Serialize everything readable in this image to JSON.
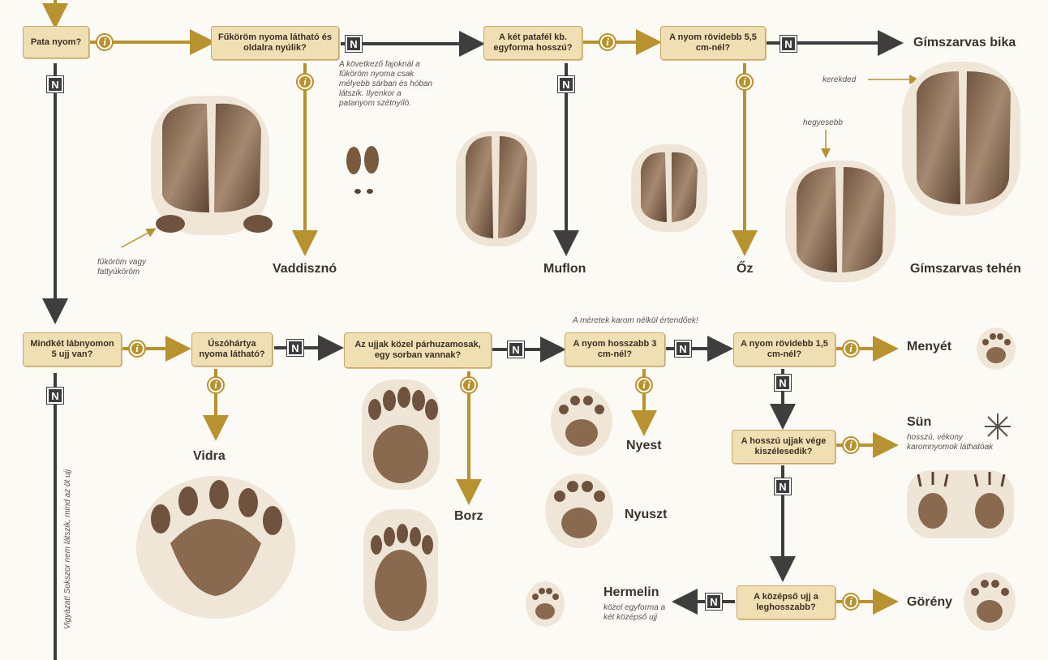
{
  "questions": {
    "q1": "Pata nyom?",
    "q2": "Fűköröm nyoma látható és oldalra nyúlik?",
    "q3": "A két patafél kb. egyforma hosszú?",
    "q4": "A nyom rövidebb 5,5 cm-nél?",
    "q5": "Mindkét lábnyomon 5 ujj van?",
    "q6": "Úszóhártya nyoma látható?",
    "q7": "Az ujjak közel párhuzamosak, egy sorban vannak?",
    "q8": "A nyom hosszabb 3 cm-nél?",
    "q9": "A nyom rövidebb 1,5 cm-nél?",
    "q10": "A hosszú ujjak vége kiszélesedik?",
    "q11": "A középső ujj a leghosszabb?"
  },
  "badges": {
    "no": "N",
    "yes": "i"
  },
  "results": {
    "gimszarvas_bika": "Gímszarvas bika",
    "gimszarvas_tehen": "Gímszarvas tehén",
    "vaddiszno": "Vaddisznó",
    "muflon": "Muflon",
    "oz": "Őz",
    "menyet": "Menyét",
    "vidra": "Vidra",
    "borz": "Borz",
    "nyest": "Nyest",
    "nyuszt": "Nyuszt",
    "sun": "Sün",
    "hermelin": "Hermelin",
    "goreny": "Görény"
  },
  "notes": {
    "fajok": "A következő fajoknál a fűköröm nyoma csak mélyebb sárban és hóban látszik. Ilyenkor a patanyom szétnyíló.",
    "kerekded": "kerekded",
    "hegyesebb": "hegyesebb",
    "fukorom": "fűköröm vagy fattyúköröm",
    "meretek": "A méretek karom nélkül értendőek!",
    "sun": "hosszú, vékony karomnyomok láthatóak",
    "hermelin": "közel egyforma a két középső ujj",
    "vigyazat": "Vigyázat! Sokszor nem látszik, mind az öt ujj"
  },
  "colors": {
    "no_arrow": "#3f3d3d",
    "yes_arrow": "#b8922e",
    "box_fill": "#f1dfb4",
    "track": "#7a5a3f"
  }
}
